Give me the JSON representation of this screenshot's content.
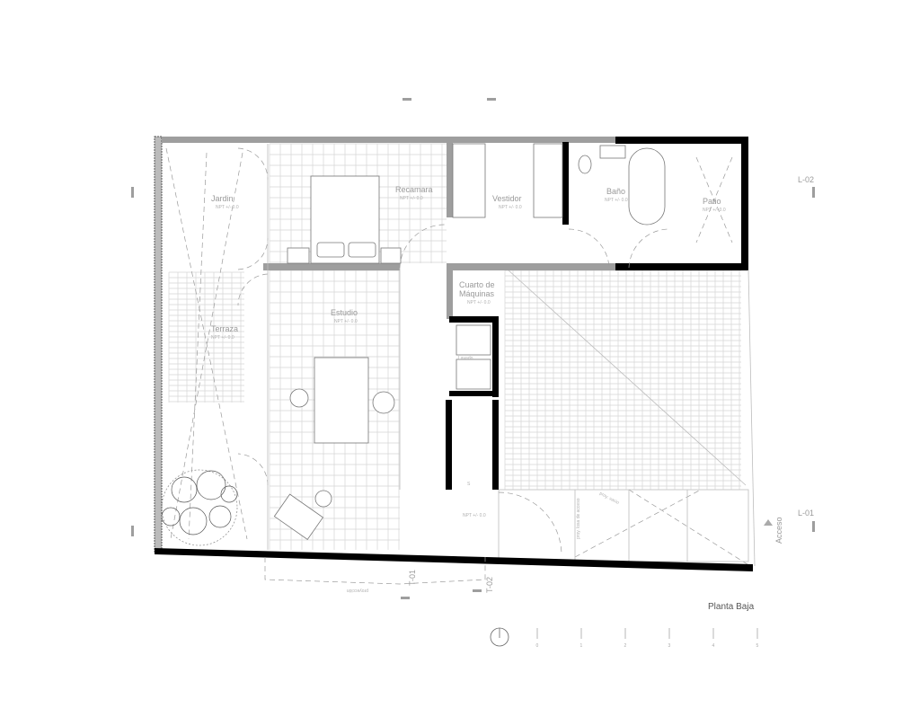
{
  "plan": {
    "title": "Planta Baja",
    "rooms": {
      "jardin": "Jardin",
      "recamara": "Recamara",
      "vestidor": "Vestidor",
      "bano": "Baño",
      "patio": "Patio",
      "cuarto_line1": "Cuarto de",
      "cuarto_line2": "Máquinas",
      "estudio": "Estudio",
      "terraza": "Terraza",
      "lavado": "Lavado"
    },
    "level_note": "NPT +/- 0.0",
    "section_marks": {
      "l02": "L-02",
      "l01": "L-01",
      "t01": "T-01",
      "t02": "T-02"
    },
    "access_label": "Acceso",
    "notes": {
      "losa": "proy. losa de acceso",
      "vacio": "proy. vacio",
      "proyeccion": "proyección",
      "stair": "S"
    },
    "scale_ticks": [
      "0",
      "1",
      "2",
      "3",
      "4",
      "5"
    ]
  }
}
